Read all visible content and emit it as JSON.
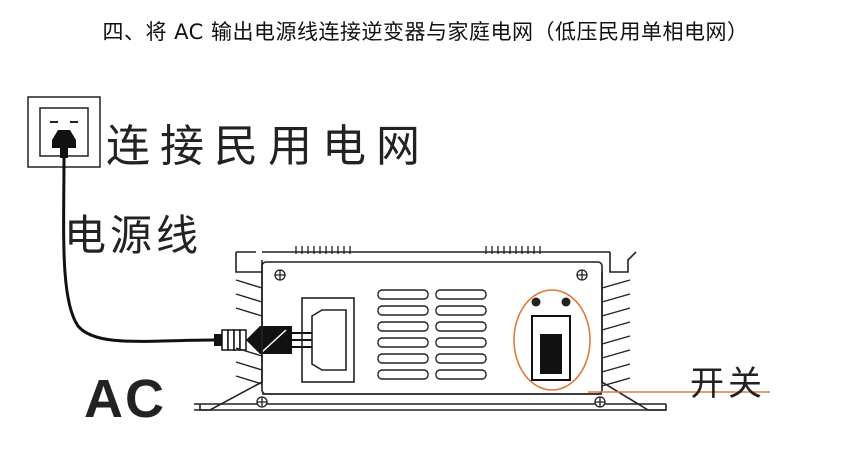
{
  "heading": "四、将 AC 输出电源线连接逆变器与家庭电网（低压民用单相电网）",
  "labels": {
    "grid_connection": "连接民用电网",
    "power_cord": "电源线",
    "switch": "开关",
    "ac": "AC"
  },
  "colors": {
    "line": "#111111",
    "switch_highlight": "#e07a3c"
  }
}
